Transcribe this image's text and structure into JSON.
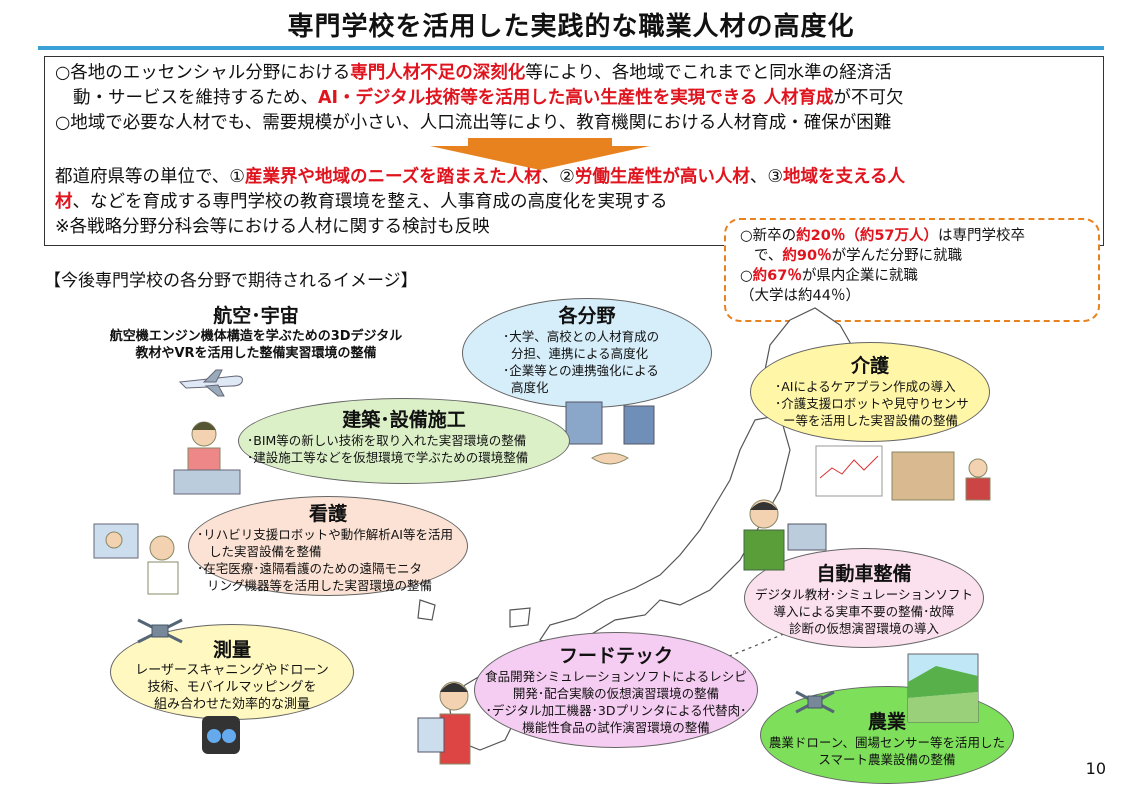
{
  "title": "専門学校を活用した実践的な職業人材の高度化",
  "topbox": {
    "line1a": "○各地のエッセンシャル分野における",
    "line1b": "専門人材不足の深刻化",
    "line1c": "等により、各地域でこれまでと同水準の経済活",
    "line2a": "動・サービスを維持するため、",
    "line2b": "AI・デジタル技術等を活用した高い生産性を実現できる 人材育成",
    "line2c": "が不可欠",
    "line3": "○地域で必要な人材でも、需要規模が小さい、人口流出等により、教育機関における人材育成・確保が困難",
    "line4a": "都道府県等の単位で、①",
    "line4b": "産業界や地域のニーズを踏まえた人材",
    "line4c": "、②",
    "line4d": "労働生産性が高い人材",
    "line4e": "、③",
    "line4f": "地域を支える人",
    "line5a": "材",
    "line5b": "、などを育成する専門学校の教育環境を整え、人事育成の高度化を実現する",
    "line6": "※各戦略分野分科会等における人材に関する検討も反映"
  },
  "callout": {
    "l1a": "○新卒の",
    "l1b": "約20％（約57万人）",
    "l1c": "は専門学校卒",
    "l2a": "で、",
    "l2b": "約90％",
    "l2c": "が学んだ分野に就職",
    "l3a": "○",
    "l3b": "約67％",
    "l3c": "が県内企業に就職",
    "l4": "（大学は約44％）"
  },
  "section_heading": "【今後専門学校の各分野で期待されるイメージ】",
  "fields": {
    "aero": {
      "title": "航空･宇宙",
      "body1": "航空機エンジン機体構造を学ぶための3Dデジタル",
      "body2": "教材やVRを活用した整備実習環境の整備"
    },
    "all": {
      "title": "各分野",
      "b1": "･大学、高校との人材育成の",
      "b2": "分担、連携による高度化",
      "b3": "･企業等との連携強化による",
      "b4": "高度化"
    },
    "care": {
      "title": "介護",
      "b1": "･AIによるケアプラン作成の導入",
      "b2": "･介護支援ロボットや見守りセンサ",
      "b3": "ー等を活用した実習設備の整備"
    },
    "construction": {
      "title": "建築･設備施工",
      "b1": "･BIM等の新しい技術を取り入れた実習環境の整備",
      "b2": "･建設施工等などを仮想環境で学ぶための環境整備"
    },
    "nursing": {
      "title": "看護",
      "b1": "･リハビリ支援ロボットや動作解析AI等を活用",
      "b2": "した実習設備を整備",
      "b3": "･在宅医療･遠隔看護のための遠隔モニタ",
      "b4": "リング機器等を活用した実習環境の整備"
    },
    "auto": {
      "title": "自動車整備",
      "b1": "デジタル教材･シミュレーションソフト",
      "b2": "導入による実車不要の整備･故障",
      "b3": "診断の仮想演習環境の導入"
    },
    "survey": {
      "title": "測量",
      "b1": "レーザースキャニングやドローン",
      "b2": "技術、モバイルマッピングを",
      "b3": "組み合わせた効率的な測量"
    },
    "food": {
      "title": "フードテック",
      "b1": "食品開発シミュレーションソフトによるレシピ",
      "b2": "開発･配合実験の仮想演習環境の整備",
      "b3": "･デジタル加工機器･3Dプリンタによる代替肉･",
      "b4": "機能性食品の試作演習環境の整備"
    },
    "agri": {
      "title": "農業",
      "b1": "農業ドローン、圃場センサー等を活用した",
      "b2": "スマート農業設備の整備"
    }
  },
  "page_number": "10",
  "colors": {
    "accent_rule": "#3aa0d8",
    "arrow": "#e8821e",
    "red_text": "#e0141e",
    "aero": "#ffffff",
    "all": "#d6eefa",
    "care": "#fff6a8",
    "construction": "#dcf0c8",
    "nursing": "#fbe2d4",
    "auto": "#fbe0ee",
    "survey": "#fff8c0",
    "food": "#f6cdf2",
    "agri": "#7ee05a"
  }
}
